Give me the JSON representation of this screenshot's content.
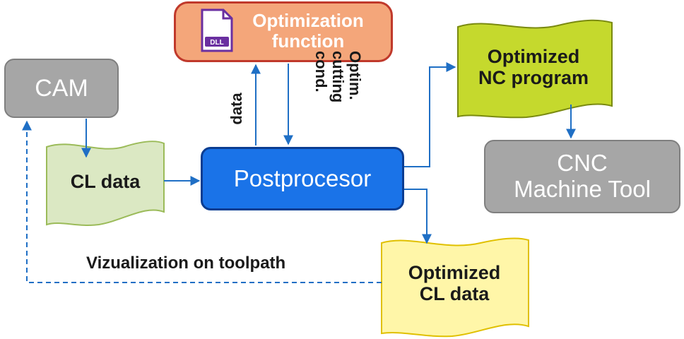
{
  "nodes": {
    "cam": "CAM",
    "cl_data": "CL data",
    "postprocessor": "Postprocesor",
    "optimization_function": "Optimization\nfunction",
    "dll_icon_text": "DLL",
    "optimized_nc": "Optimized\nNC program",
    "cnc": "CNC\nMachine Tool",
    "optimized_cl": "Optimized\nCL data"
  },
  "edge_labels": {
    "data": "data",
    "optim_line1": "Optim.",
    "optim_line2": "cutting",
    "optim_line3": "cond.",
    "visualization": "Vizualization on toolpath"
  },
  "colors": {
    "arrow": "#1f6fc5",
    "cam_fill": "#a6a6a6",
    "postprocessor_fill": "#1a73e8",
    "optimization_fill": "#f4a67a",
    "optimization_border": "#c0392b",
    "cl_data_fill": "#dbe8c3",
    "optimized_nc_fill": "#c5d92d",
    "optimized_cl_fill": "#fff6a8"
  }
}
